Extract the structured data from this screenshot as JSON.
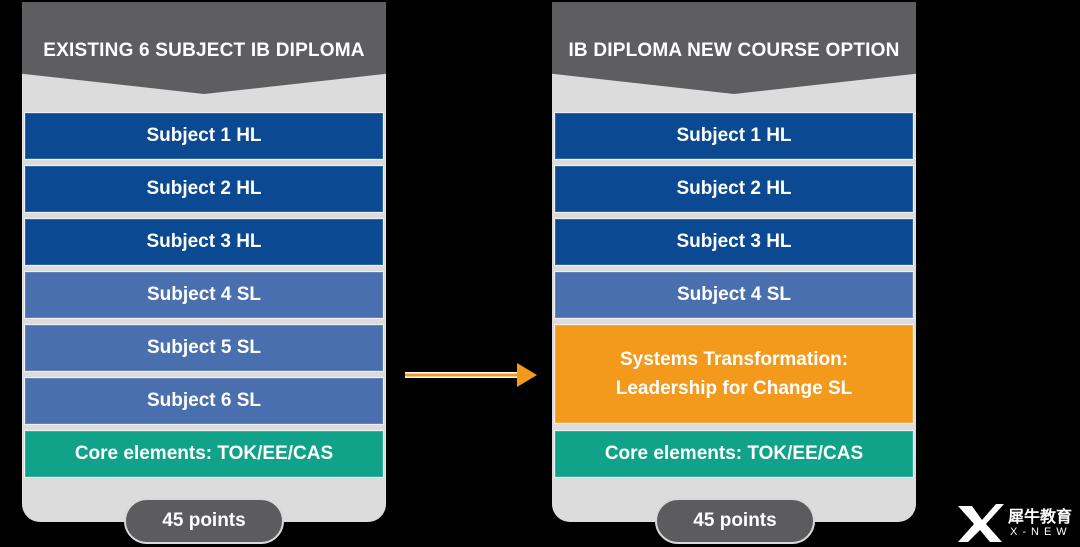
{
  "left_panel": {
    "title": "EXISTING 6 SUBJECT IB DIPLOMA",
    "items": [
      "Subject 1 HL",
      "Subject 2 HL",
      "Subject 3 HL",
      "Subject 4 SL",
      "Subject 5 SL",
      "Subject 6 SL"
    ],
    "core": "Core elements: TOK/EE/CAS",
    "points": "45 points"
  },
  "right_panel": {
    "title": "IB DIPLOMA NEW COURSE OPTION",
    "items": [
      "Subject 1 HL",
      "Subject 2 HL",
      "Subject 3 HL",
      "Subject 4 SL"
    ],
    "special_line1": "Systems Transformation:",
    "special_line2": "Leadership for Change SL",
    "core": "Core elements: TOK/EE/CAS",
    "points": "45 points"
  },
  "logo": {
    "brand": "犀牛教育",
    "sub": "X-NEW"
  },
  "colors": {
    "hl": "#0b4a92",
    "sl": "#4a6fae",
    "core": "#10a38a",
    "special": "#f39a1c",
    "header": "#5e5e60",
    "arrow": "#f39a1c"
  }
}
